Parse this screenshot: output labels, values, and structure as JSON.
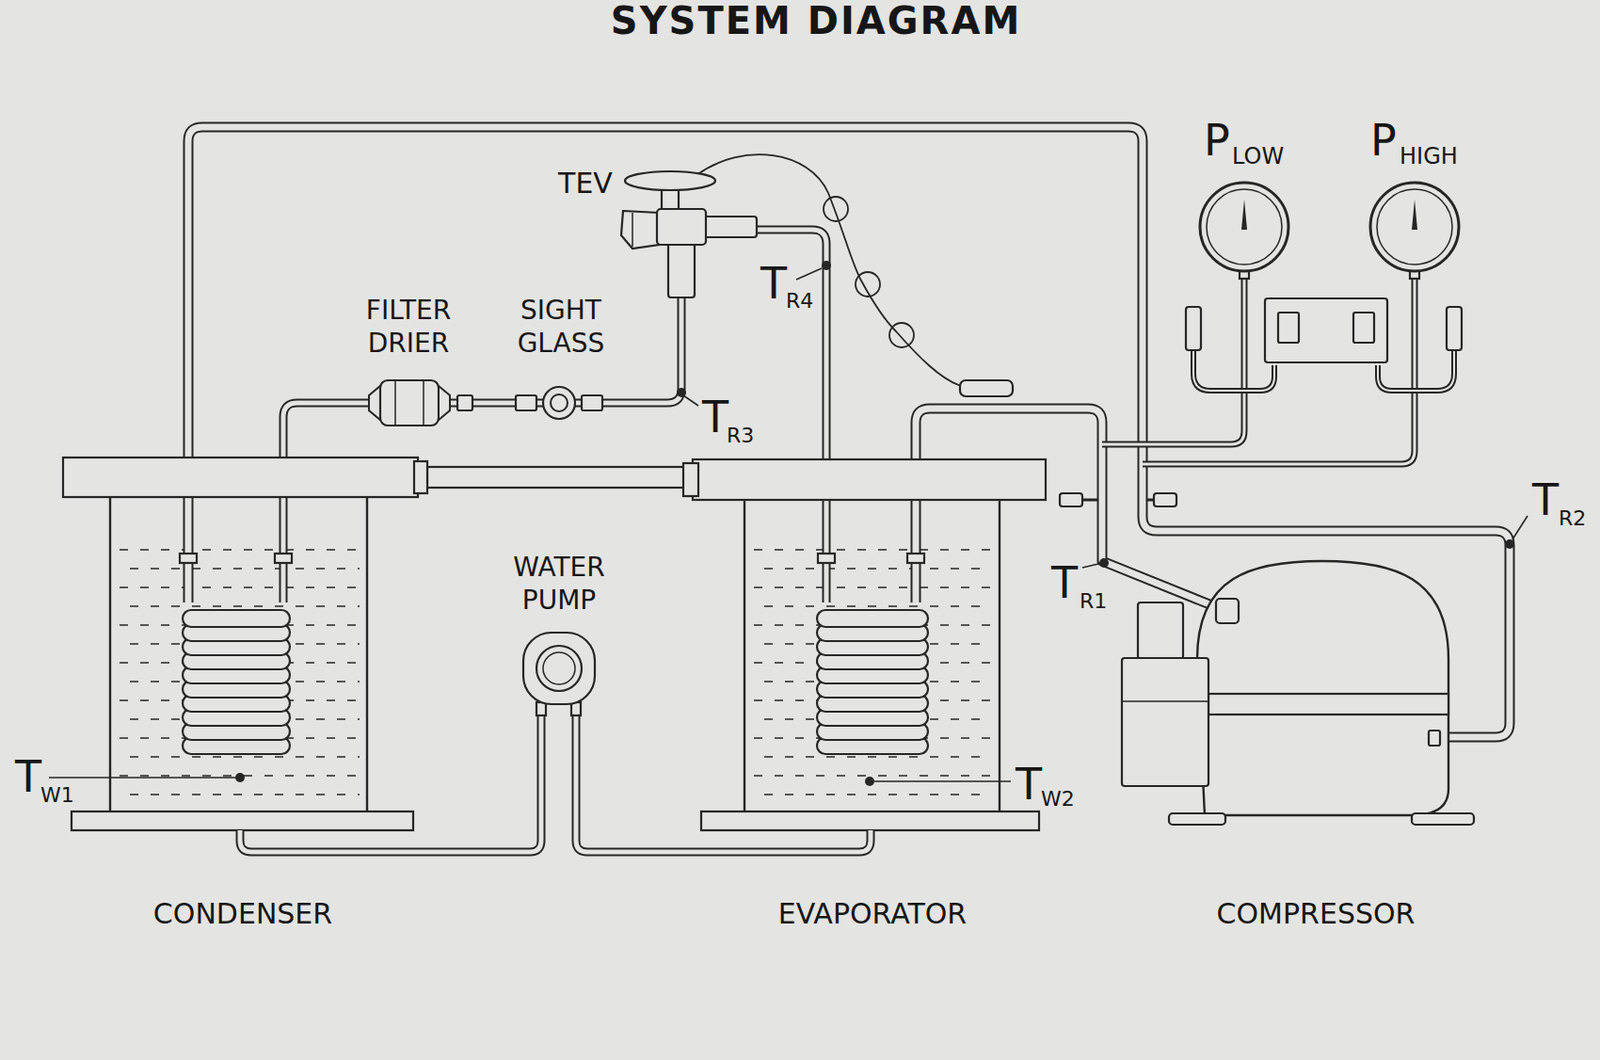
{
  "diagram": {
    "title": "SYSTEM DIAGRAM",
    "labels": [
      "TEV",
      "P",
      "LOW",
      "P",
      "HIGH",
      "T",
      "R4",
      "FILTER DRIER",
      "SIGHT GLASS",
      "T",
      "R3",
      "T",
      "R2",
      "WATER PUMP",
      "T",
      "R1",
      "T",
      "W1",
      "T",
      "W2",
      "CONDENSER",
      "EVAPORATOR",
      "COMPRESSOR"
    ]
  }
}
